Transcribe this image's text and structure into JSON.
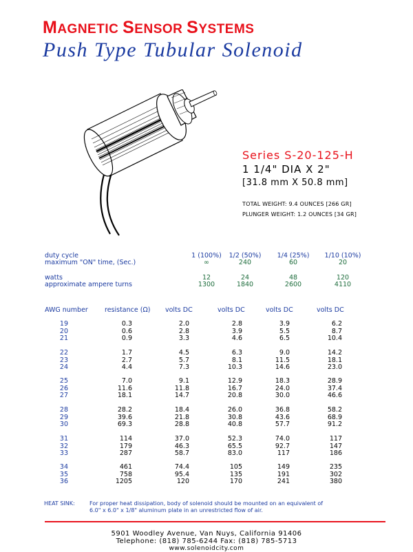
{
  "header": {
    "company_parts": [
      {
        "cap": "M",
        "rest": "AGNETIC "
      },
      {
        "cap": "S",
        "rest": "ENSOR "
      },
      {
        "cap": "S",
        "rest": "YSTEMS"
      }
    ],
    "product": "Push Type Tubular Solenoid"
  },
  "spec": {
    "series": "Series S-20-125-H",
    "dia": "1 1/4\" DIA X 2\"",
    "mm": "[31.8 mm X 50.8 mm]",
    "total_weight": "TOTAL WEIGHT:   9.4 OUNCES [266 GR]",
    "plunger_weight": "PLUNGER WEIGHT: 1.2 OUNCES [34 GR]"
  },
  "duty": {
    "label_cycle": "duty cycle",
    "label_on": "maximum \"ON\" time, (Sec.)",
    "cycles": [
      "1 (100%)",
      "1/2 (50%)",
      "1/4 (25%)",
      "1/10 (10%)"
    ],
    "on_times": [
      "∞",
      "240",
      "60",
      "20"
    ],
    "label_watts": "watts",
    "label_amp": "approximate ampere turns",
    "watts": [
      "12",
      "24",
      "48",
      "120"
    ],
    "amp_turns": [
      "1300",
      "1840",
      "2600",
      "4110"
    ]
  },
  "table": {
    "headers": [
      "AWG number",
      "resistance (Ω)",
      "volts DC",
      "volts DC",
      "volts DC",
      "volts DC"
    ],
    "groups": [
      [
        [
          "19",
          "0.3",
          "2.0",
          "2.8",
          "3.9",
          "6.2"
        ],
        [
          "20",
          "0.6",
          "2.8",
          "3.9",
          "5.5",
          "8.7"
        ],
        [
          "21",
          "0.9",
          "3.3",
          "4.6",
          "6.5",
          "10.4"
        ]
      ],
      [
        [
          "22",
          "1.7",
          "4.5",
          "6.3",
          "9.0",
          "14.2"
        ],
        [
          "23",
          "2.7",
          "5.7",
          "8.1",
          "11.5",
          "18.1"
        ],
        [
          "24",
          "4.4",
          "7.3",
          "10.3",
          "14.6",
          "23.0"
        ]
      ],
      [
        [
          "25",
          "7.0",
          "9.1",
          "12.9",
          "18.3",
          "28.9"
        ],
        [
          "26",
          "11.6",
          "11.8",
          "16.7",
          "24.0",
          "37.4"
        ],
        [
          "27",
          "18.1",
          "14.7",
          "20.8",
          "30.0",
          "46.6"
        ]
      ],
      [
        [
          "28",
          "28.2",
          "18.4",
          "26.0",
          "36.8",
          "58.2"
        ],
        [
          "29",
          "39.6",
          "21.8",
          "30.8",
          "43.6",
          "68.9"
        ],
        [
          "30",
          "69.3",
          "28.8",
          "40.8",
          "57.7",
          "91.2"
        ]
      ],
      [
        [
          "31",
          "114",
          "37.0",
          "52.3",
          "74.0",
          "117"
        ],
        [
          "32",
          "179",
          "46.3",
          "65.5",
          "92.7",
          "147"
        ],
        [
          "33",
          "287",
          "58.7",
          "83.0",
          "117",
          "186"
        ]
      ],
      [
        [
          "34",
          "461",
          "74.4",
          "105",
          "149",
          "235"
        ],
        [
          "35",
          "758",
          "95.4",
          "135",
          "191",
          "302"
        ],
        [
          "36",
          "1205",
          "120",
          "170",
          "241",
          "380"
        ]
      ]
    ]
  },
  "heat_sink": {
    "label": "HEAT SINK:",
    "line1": "For proper heat dissipation, body of solenoid should be mounted on an equivalent of",
    "line2": "6.0\" x 6.0\" x 1/8\" aluminum plate in an unrestricted flow of air."
  },
  "footer": {
    "address": "5901 Woodley Avenue,  Van Nuys, California  91406",
    "phone": "Telephone: (818) 785-6244   Fax: (818) 785-5713",
    "web": "www.solenoidcity.com"
  },
  "colors": {
    "red": "#e8101a",
    "blue": "#1a3aa0",
    "green": "#1b6b3a"
  }
}
